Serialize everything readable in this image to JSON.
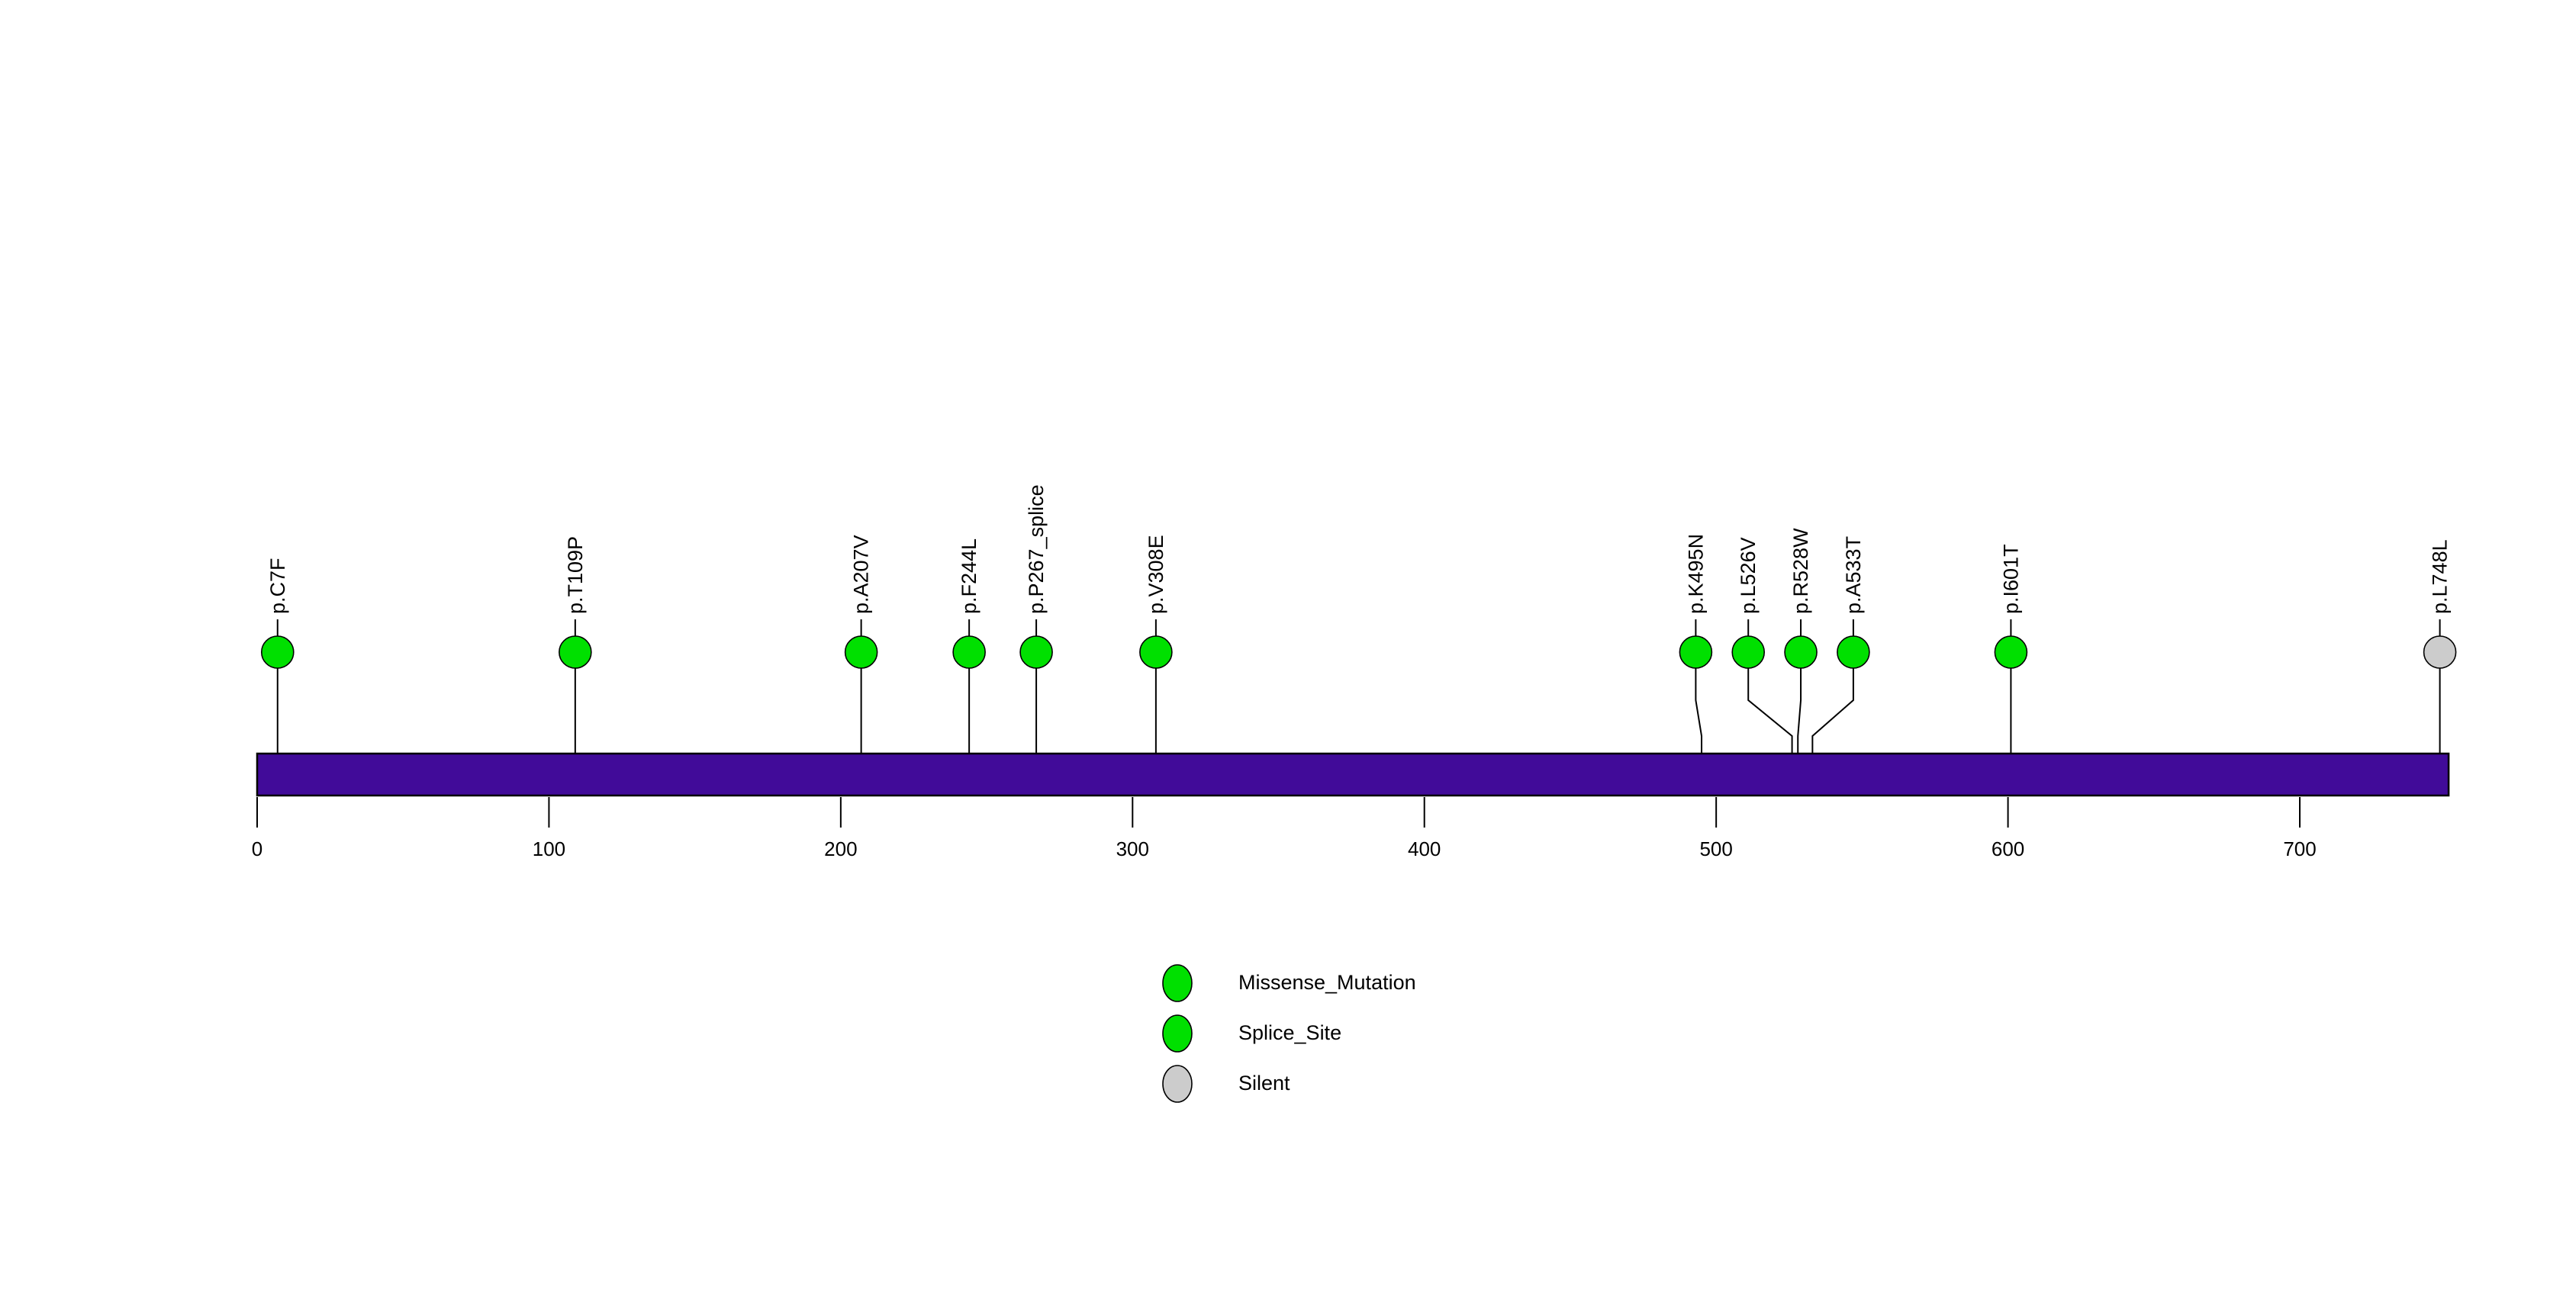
{
  "chart_data": {
    "type": "lollipop",
    "title": "",
    "xlabel": "",
    "ylabel": "",
    "xlim": [
      0,
      751
    ],
    "axis_ticks": [
      {
        "value": 0,
        "label": "0"
      },
      {
        "value": 100,
        "label": "100"
      },
      {
        "value": 200,
        "label": "200"
      },
      {
        "value": 300,
        "label": "300"
      },
      {
        "value": 400,
        "label": "400"
      },
      {
        "value": 500,
        "label": "500"
      },
      {
        "value": 600,
        "label": "600"
      },
      {
        "value": 700,
        "label": "700"
      }
    ],
    "protein_bar": {
      "start": 0,
      "end": 751,
      "color": "#410B99",
      "border_color": "#000000"
    },
    "grid": false,
    "legend_position": "bottom-center",
    "mutations": [
      {
        "label": "p.C7F",
        "position": 7,
        "marker_position": 7,
        "type": "Missense_Mutation",
        "color": "#00E000"
      },
      {
        "label": "p.T109P",
        "position": 109,
        "marker_position": 109,
        "type": "Missense_Mutation",
        "color": "#00E000"
      },
      {
        "label": "p.A207V",
        "position": 207,
        "marker_position": 207,
        "type": "Missense_Mutation",
        "color": "#00E000"
      },
      {
        "label": "p.F244L",
        "position": 244,
        "marker_position": 244,
        "type": "Missense_Mutation",
        "color": "#00E000"
      },
      {
        "label": "p.P267_splice",
        "position": 267,
        "marker_position": 267,
        "type": "Splice_Site",
        "color": "#00E000"
      },
      {
        "label": "p.V308E",
        "position": 308,
        "marker_position": 308,
        "type": "Missense_Mutation",
        "color": "#00E000"
      },
      {
        "label": "p.K495N",
        "position": 495,
        "marker_position": 493,
        "type": "Missense_Mutation",
        "color": "#00E000"
      },
      {
        "label": "p.L526V",
        "position": 526,
        "marker_position": 511,
        "type": "Missense_Mutation",
        "color": "#00E000"
      },
      {
        "label": "p.R528W",
        "position": 528,
        "marker_position": 529,
        "type": "Missense_Mutation",
        "color": "#00E000"
      },
      {
        "label": "p.A533T",
        "position": 533,
        "marker_position": 547,
        "type": "Missense_Mutation",
        "color": "#00E000"
      },
      {
        "label": "p.I601T",
        "position": 601,
        "marker_position": 601,
        "type": "Missense_Mutation",
        "color": "#00E000"
      },
      {
        "label": "p.L748L",
        "position": 748,
        "marker_position": 748,
        "type": "Silent",
        "color": "#CCCCCC"
      }
    ],
    "legend": [
      {
        "label": "Missense_Mutation",
        "color": "#00E000"
      },
      {
        "label": "Splice_Site",
        "color": "#00E000"
      },
      {
        "label": "Silent",
        "color": "#CCCCCC"
      }
    ]
  }
}
